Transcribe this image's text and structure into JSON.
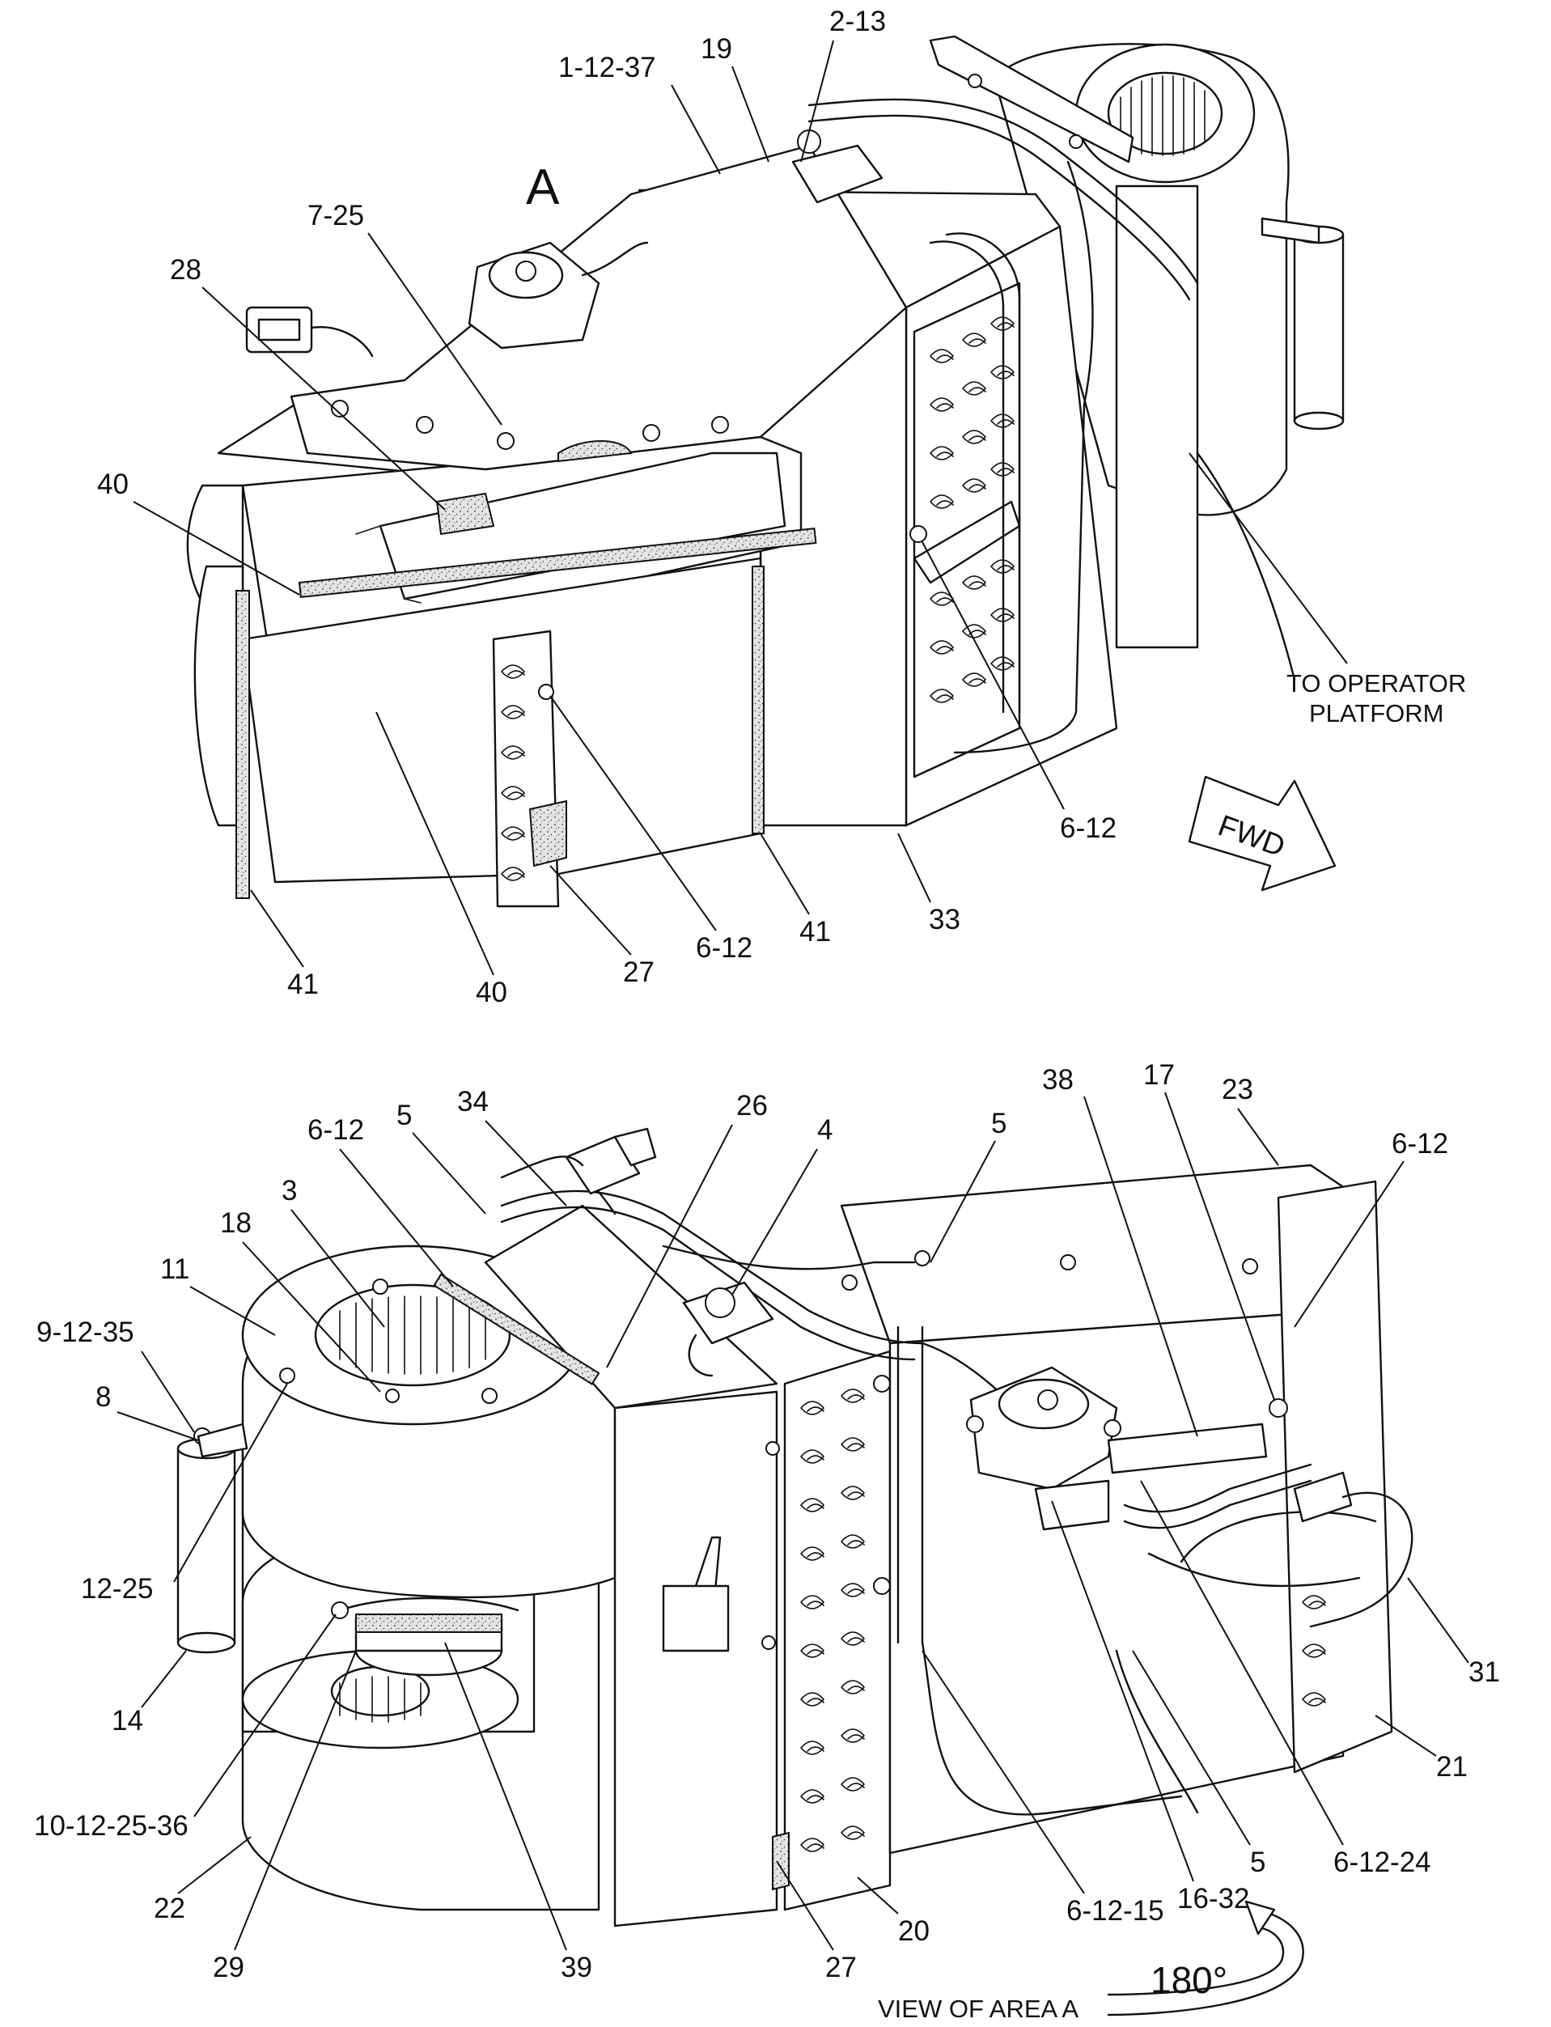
{
  "top_view": {
    "area_letter": "A",
    "note": [
      "TO OPERATOR",
      "PLATFORM"
    ],
    "fwd_label": "FWD",
    "callouts": [
      "1-12-37",
      "2-13",
      "19",
      "7-25",
      "28",
      "40",
      "40",
      "41",
      "41",
      "27",
      "6-12",
      "6-12",
      "33"
    ]
  },
  "bottom_view": {
    "callouts": [
      "34",
      "26",
      "4",
      "5",
      "5",
      "5",
      "38",
      "17",
      "23",
      "6-12",
      "6-12",
      "3",
      "18",
      "11",
      "9-12-35",
      "8",
      "12-25",
      "14",
      "10-12-25-36",
      "22",
      "29",
      "39",
      "27",
      "20",
      "6-12-15",
      "16-32",
      "6-12-24",
      "31",
      "21"
    ],
    "view_label": "VIEW OF AREA  A",
    "rotation_label": "180°"
  }
}
